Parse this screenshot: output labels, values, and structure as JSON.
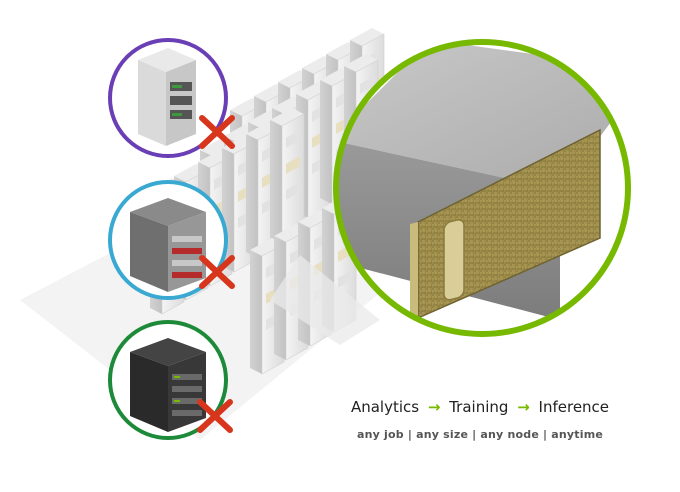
{
  "headline": {
    "step1": "Analytics",
    "step2": "Training",
    "step3": "Inference"
  },
  "tagline": "any job | any size | any node | anytime",
  "colors": {
    "accent_green": "#76b900",
    "circle_purple": "#6a3fb5",
    "circle_cyan": "#3aa9d2",
    "circle_dark_green": "#1d8a3a",
    "cross_red": "#d8361c",
    "gold_panel": "#9a8a4a"
  },
  "icons": {
    "arrow": "green-right-arrow-icon",
    "reject": "red-x-icon"
  }
}
